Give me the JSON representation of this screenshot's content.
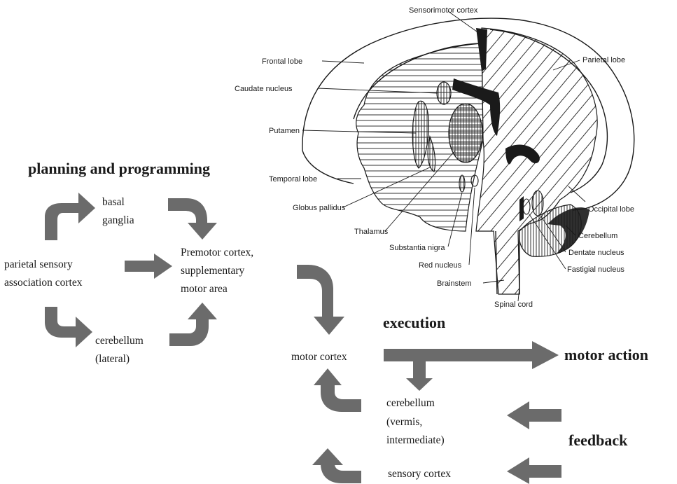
{
  "flow": {
    "planning_heading": "planning and programming",
    "execution_heading": "execution",
    "motor_action": "motor action",
    "feedback": "feedback",
    "basal_ganglia": [
      "basal",
      "ganglia"
    ],
    "parietal": [
      "parietal sensory",
      "association cortex"
    ],
    "premotor": [
      "Premotor cortex,",
      "supplementary",
      "motor area"
    ],
    "cerebellum_lateral": [
      "cerebellum",
      "(lateral)"
    ],
    "motor_cortex": "motor cortex",
    "cerebellum_vermis": [
      "cerebellum",
      "(vermis,",
      "intermediate)"
    ],
    "sensory_cortex": "sensory cortex"
  },
  "brain_labels": {
    "sensorimotor_cortex": "Sensorimotor cortex",
    "frontal_lobe": "Frontal lobe",
    "parietal_lobe": "Parietal lobe",
    "caudate_nucleus": "Caudate nucleus",
    "putamen": "Putamen",
    "temporal_lobe": "Temporal lobe",
    "globus_pallidus": "Globus pallidus",
    "occipital_lobe": "Occipital lobe",
    "thalamus": "Thalamus",
    "cerebellum": "Cerebellum",
    "substantia_nigra": "Substantia nigra",
    "dentate_nucleus": "Dentate nucleus",
    "red_nucleus": "Red nucleus",
    "fastigial_nucleus": "Fastigial nucleus",
    "brainstem": "Brainstem",
    "spinal_cord": "Spinal cord"
  },
  "colors": {
    "arrow": "#6b6b6b",
    "ink": "#1a1a1a",
    "background": "#ffffff"
  }
}
